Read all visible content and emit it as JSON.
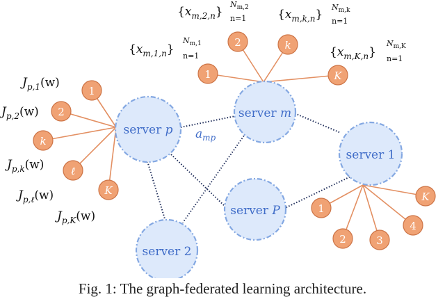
{
  "colors": {
    "server_fill": "#dde9fb",
    "server_stroke": "#84a8e2",
    "server_text": "#3f6cc8",
    "client_fill": "#f0a274",
    "client_stroke": "#cd7446",
    "client_text": "#ffffff",
    "client_edge": "#e39063",
    "server_edge": "#1f2d5a",
    "math_text": "#111111"
  },
  "servers": {
    "p": {
      "prefix": "server",
      "name": "p"
    },
    "m": {
      "prefix": "server",
      "name": "m"
    },
    "one": {
      "prefix": "server",
      "name": "1"
    },
    "big_p": {
      "prefix": "server",
      "name": "P"
    },
    "two": {
      "prefix": "server",
      "name": "2"
    }
  },
  "edge_label": {
    "symbol": "a",
    "sub": "mp"
  },
  "clients_p": [
    "1",
    "2",
    "k",
    "ℓ",
    "K"
  ],
  "clients_m": [
    "1",
    "2",
    "k",
    "K"
  ],
  "clients_1": [
    "1",
    "2",
    "3",
    "4",
    "K"
  ],
  "loss_labels": [
    {
      "sym": "J",
      "sub": "p,1",
      "arg": "(w)"
    },
    {
      "sym": "J",
      "sub": "p,2",
      "arg": "(w)"
    },
    {
      "sym": "J",
      "sub": "p,k",
      "arg": "(w)"
    },
    {
      "sym": "J",
      "sub": "p,ℓ",
      "arg": "(w)"
    },
    {
      "sym": "J",
      "sub": "p,K",
      "arg": "(w)"
    }
  ],
  "data_labels": [
    {
      "open": "{",
      "x": "x",
      "sub": "m,1,n",
      "close": "}",
      "lower": "n=1",
      "upper": "N",
      "upper_sub": "m,1"
    },
    {
      "open": "{",
      "x": "x",
      "sub": "m,2,n",
      "close": "}",
      "lower": "n=1",
      "upper": "N",
      "upper_sub": "m,2"
    },
    {
      "open": "{",
      "x": "x",
      "sub": "m,k,n",
      "close": "}",
      "lower": "n=1",
      "upper": "N",
      "upper_sub": "m,k"
    },
    {
      "open": "{",
      "x": "x",
      "sub": "m,K,n",
      "close": "}",
      "lower": "n=1",
      "upper": "N",
      "upper_sub": "m,K"
    }
  ],
  "caption": "Fig. 1: The graph-federated learning architecture."
}
